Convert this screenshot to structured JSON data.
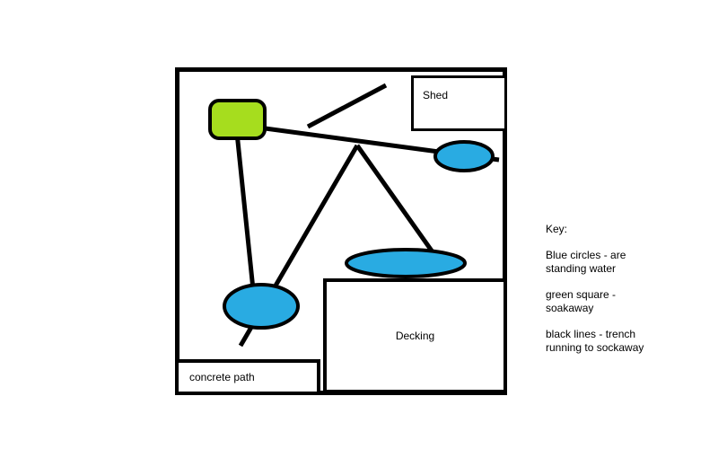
{
  "diagram": {
    "labels": {
      "shed": "Shed",
      "decking": "Decking",
      "concrete_path": "concrete path"
    },
    "key": {
      "title": "Key:",
      "items": [
        "Blue circles - are standing water",
        "green square - soakaway",
        "black lines - trench running to sockaway"
      ]
    },
    "colors": {
      "water_blue": "#29abe2",
      "soakaway_green": "#a6dd1e",
      "trench_black": "#000000"
    }
  }
}
